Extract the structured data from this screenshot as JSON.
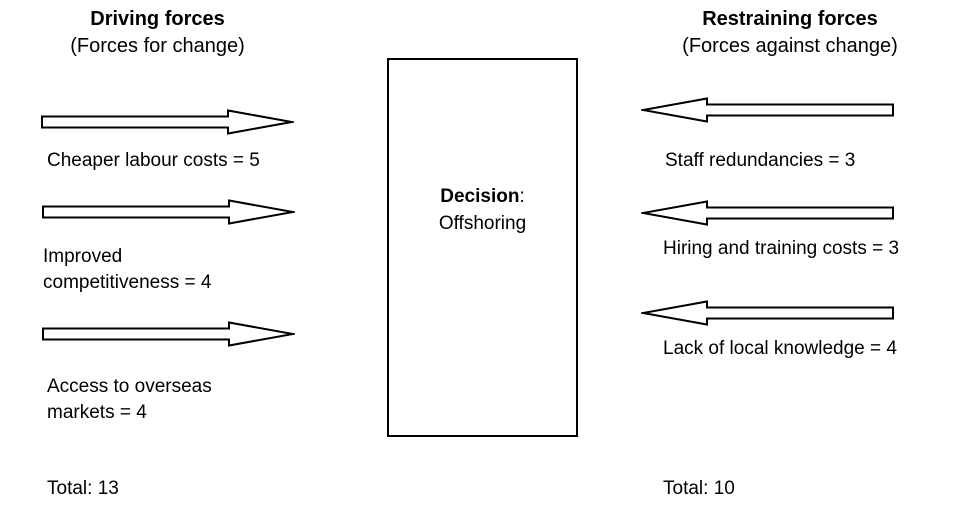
{
  "diagram_type": "force-field-analysis",
  "colors": {
    "ink": "#000000",
    "background": "#ffffff",
    "arrow_fill": "#ffffff"
  },
  "decision": {
    "bold": "Decision",
    "suffix": ":",
    "value": "Offshoring"
  },
  "left": {
    "heading": "Driving forces",
    "subheading": "(Forces for change)",
    "arrow_direction": "right",
    "forces": [
      {
        "text": "Cheaper labour costs = 5",
        "name": "Cheaper labour costs",
        "score": 5
      },
      {
        "text": "Improved\ncompetitiveness = 4",
        "name": "Improved competitiveness",
        "score": 4
      },
      {
        "text": "Access to overseas\nmarkets = 4",
        "name": "Access to overseas markets",
        "score": 4
      }
    ],
    "total": "Total: 13",
    "total_value": 13
  },
  "right": {
    "heading": "Restraining forces",
    "subheading": "(Forces against change)",
    "arrow_direction": "left",
    "forces": [
      {
        "text": "Staff redundancies = 3",
        "name": "Staff redundancies",
        "score": 3
      },
      {
        "text": "Hiring and training costs = 3",
        "name": "Hiring and training costs",
        "score": 3
      },
      {
        "text": "Lack of local knowledge = 4",
        "name": "Lack of local knowledge",
        "score": 4
      }
    ],
    "total": "Total: 10",
    "total_value": 10
  }
}
